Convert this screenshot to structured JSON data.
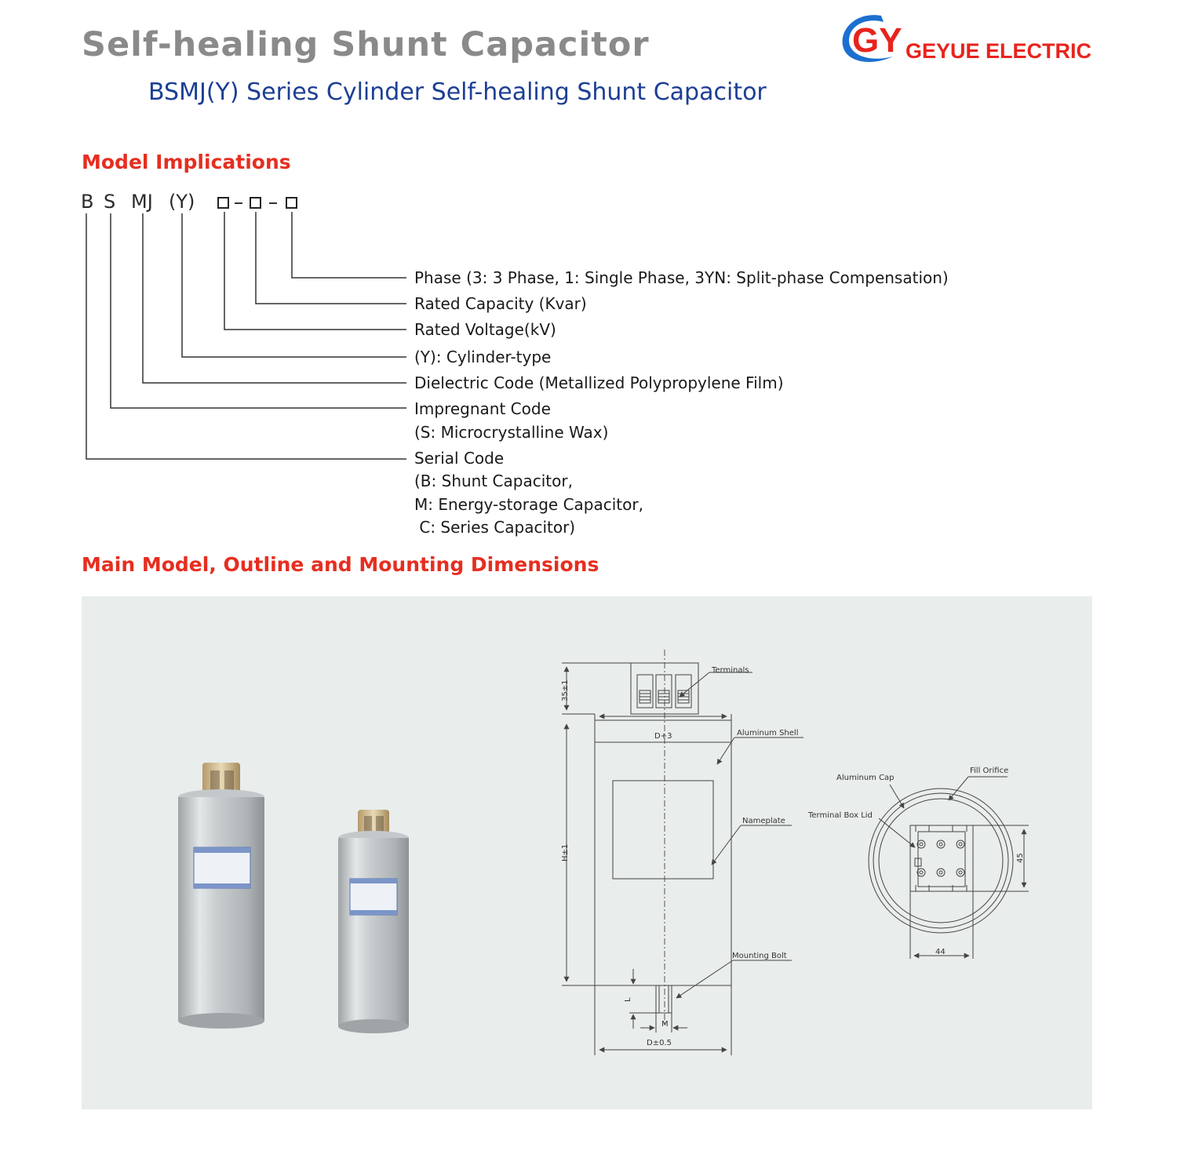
{
  "header": {
    "title": "Self-healing Shunt Capacitor",
    "subtitle": "BSMJ(Y) Series Cylinder Self-healing Shunt Capacitor",
    "brand": "GEYUE ELECTRIC",
    "logo_monogram": "GY",
    "colors": {
      "title": "#8a8a8a",
      "subtitle": "#1c3f94",
      "brand_red": "#e8231d",
      "brand_blue": "#1c6fd0"
    }
  },
  "model_implications": {
    "heading": "Model Implications",
    "code": {
      "b": "B",
      "s": "S",
      "mj": "MJ",
      "y": "(Y)"
    },
    "lines": [
      "Phase (3: 3 Phase, 1: Single Phase, 3YN: Split-phase Compensation)",
      "Rated Capacity (Kvar)",
      "Rated Voltage(kV)",
      "(Y): Cylinder-type",
      "Dielectric Code (Metallized Polypropylene Film)",
      "Impregnant Code",
      "(S: Microcrystalline Wax)",
      "Serial Code",
      "(B: Shunt Capacitor,",
      "M: Energy-storage Capacitor,",
      " C: Series Capacitor)"
    ]
  },
  "dimensions": {
    "heading": "Main Model, Outline and Mounting Dimensions",
    "front_view": {
      "terminals": "Terminals",
      "aluminum_shell": "Aluminum Shell",
      "nameplate": "Nameplate",
      "mounting_bolt": "Mounting Bolt",
      "dim_top": "D+3",
      "dim_terminal_height": "35±1",
      "dim_height": "H±1",
      "dim_bolt_length": "L",
      "dim_bolt_thread": "M",
      "dim_diameter": "D±0.5"
    },
    "top_view": {
      "aluminum_cap": "Aluminum Cap",
      "fill_orifice": "Fill Orifice",
      "terminal_box_lid": "Terminal Box Lid",
      "dim_width": "44",
      "dim_depth": "45"
    },
    "colors": {
      "panel_bg": "#e9edec",
      "line": "#444444"
    }
  }
}
